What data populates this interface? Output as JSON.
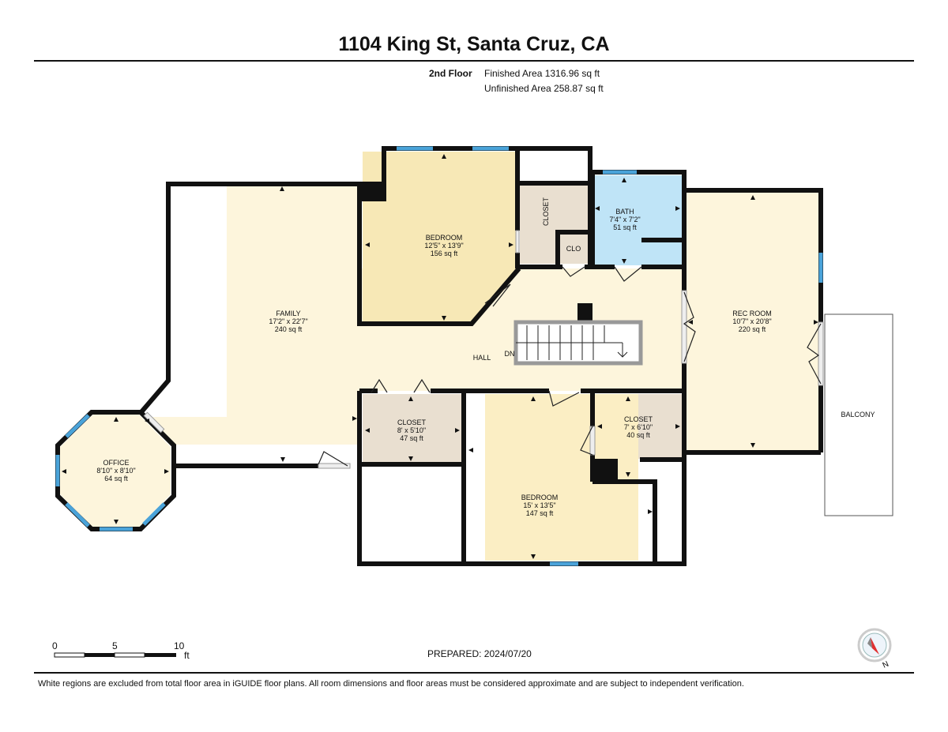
{
  "title": "1104 King St, Santa Cruz, CA",
  "floor": {
    "name": "2nd Floor",
    "finished_area": "Finished Area 1316.96 sq ft",
    "unfinished_area": "Unfinished Area 258.87 sq ft"
  },
  "rooms": [
    {
      "id": "family",
      "name": "FAMILY",
      "dims": "17'2\" x 22'7\"",
      "area": "240 sq ft"
    },
    {
      "id": "bedroom1",
      "name": "BEDROOM",
      "dims": "12'5\" x 13'9\"",
      "area": "156 sq ft"
    },
    {
      "id": "closet-top",
      "name": "CLOSET",
      "dims": "",
      "area": ""
    },
    {
      "id": "clo",
      "name": "CLO",
      "dims": "",
      "area": ""
    },
    {
      "id": "bath",
      "name": "BATH",
      "dims": "7'4\" x 7'2\"",
      "area": "51 sq ft"
    },
    {
      "id": "rec",
      "name": "REC ROOM",
      "dims": "10'7\" x 20'8\"",
      "area": "220 sq ft"
    },
    {
      "id": "hall",
      "name": "HALL",
      "dims": "",
      "area": ""
    },
    {
      "id": "closet2",
      "name": "CLOSET",
      "dims": "8' x 5'10\"",
      "area": "47 sq ft"
    },
    {
      "id": "closet3",
      "name": "CLOSET",
      "dims": "7' x 6'10\"",
      "area": "40 sq ft"
    },
    {
      "id": "bedroom2",
      "name": "BEDROOM",
      "dims": "15' x 13'5\"",
      "area": "147 sq ft"
    },
    {
      "id": "office",
      "name": "OFFICE",
      "dims": "8'10\" x 8'10\"",
      "area": "64 sq ft"
    },
    {
      "id": "balcony",
      "name": "BALCONY",
      "dims": "",
      "area": ""
    }
  ],
  "stairs_label": "DN",
  "scale": {
    "labels": [
      "0",
      "5",
      "10"
    ],
    "unit": "ft"
  },
  "compass_label": "N",
  "prepared": "PREPARED: 2024/07/20",
  "footer": "White regions are excluded from total floor area in iGUIDE floor plans. All room dimensions and floor areas must be considered approximate and are subject to independent verification.",
  "colors": {
    "wall": "#111111",
    "living": "#fdf5dc",
    "bedroom": "#f7e8b6",
    "bedroom2": "#fbeec4",
    "closet": "#e9dfd0",
    "bath": "#bfe4f7",
    "window": "#4aa3d9"
  }
}
